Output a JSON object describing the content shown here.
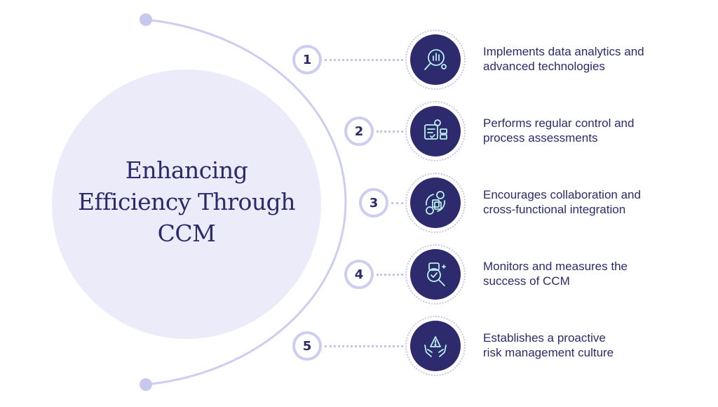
{
  "title": {
    "line1": "Enhancing",
    "line2": "Efficiency Through",
    "line3": "CCM"
  },
  "steps": [
    {
      "number": "1",
      "icon": "data-analytics-icon",
      "line1": "Implements data analytics and",
      "line2": "advanced technologies"
    },
    {
      "number": "2",
      "icon": "control-assessment-icon",
      "line1": "Performs regular control and",
      "line2": "process assessments"
    },
    {
      "number": "3",
      "icon": "collaboration-icon",
      "line1": "Encourages collaboration and",
      "line2": "cross-functional integration"
    },
    {
      "number": "4",
      "icon": "measure-success-icon",
      "line1": "Monitors and measures the",
      "line2": "success of CCM"
    },
    {
      "number": "5",
      "icon": "risk-culture-icon",
      "line1": "Establishes a proactive",
      "line2": "risk management culture"
    }
  ],
  "colors": {
    "navy": "#2d2a6e",
    "text": "#2b2b6b",
    "lavender": "#cdccf1",
    "circle_fill": "#ecebfa"
  }
}
